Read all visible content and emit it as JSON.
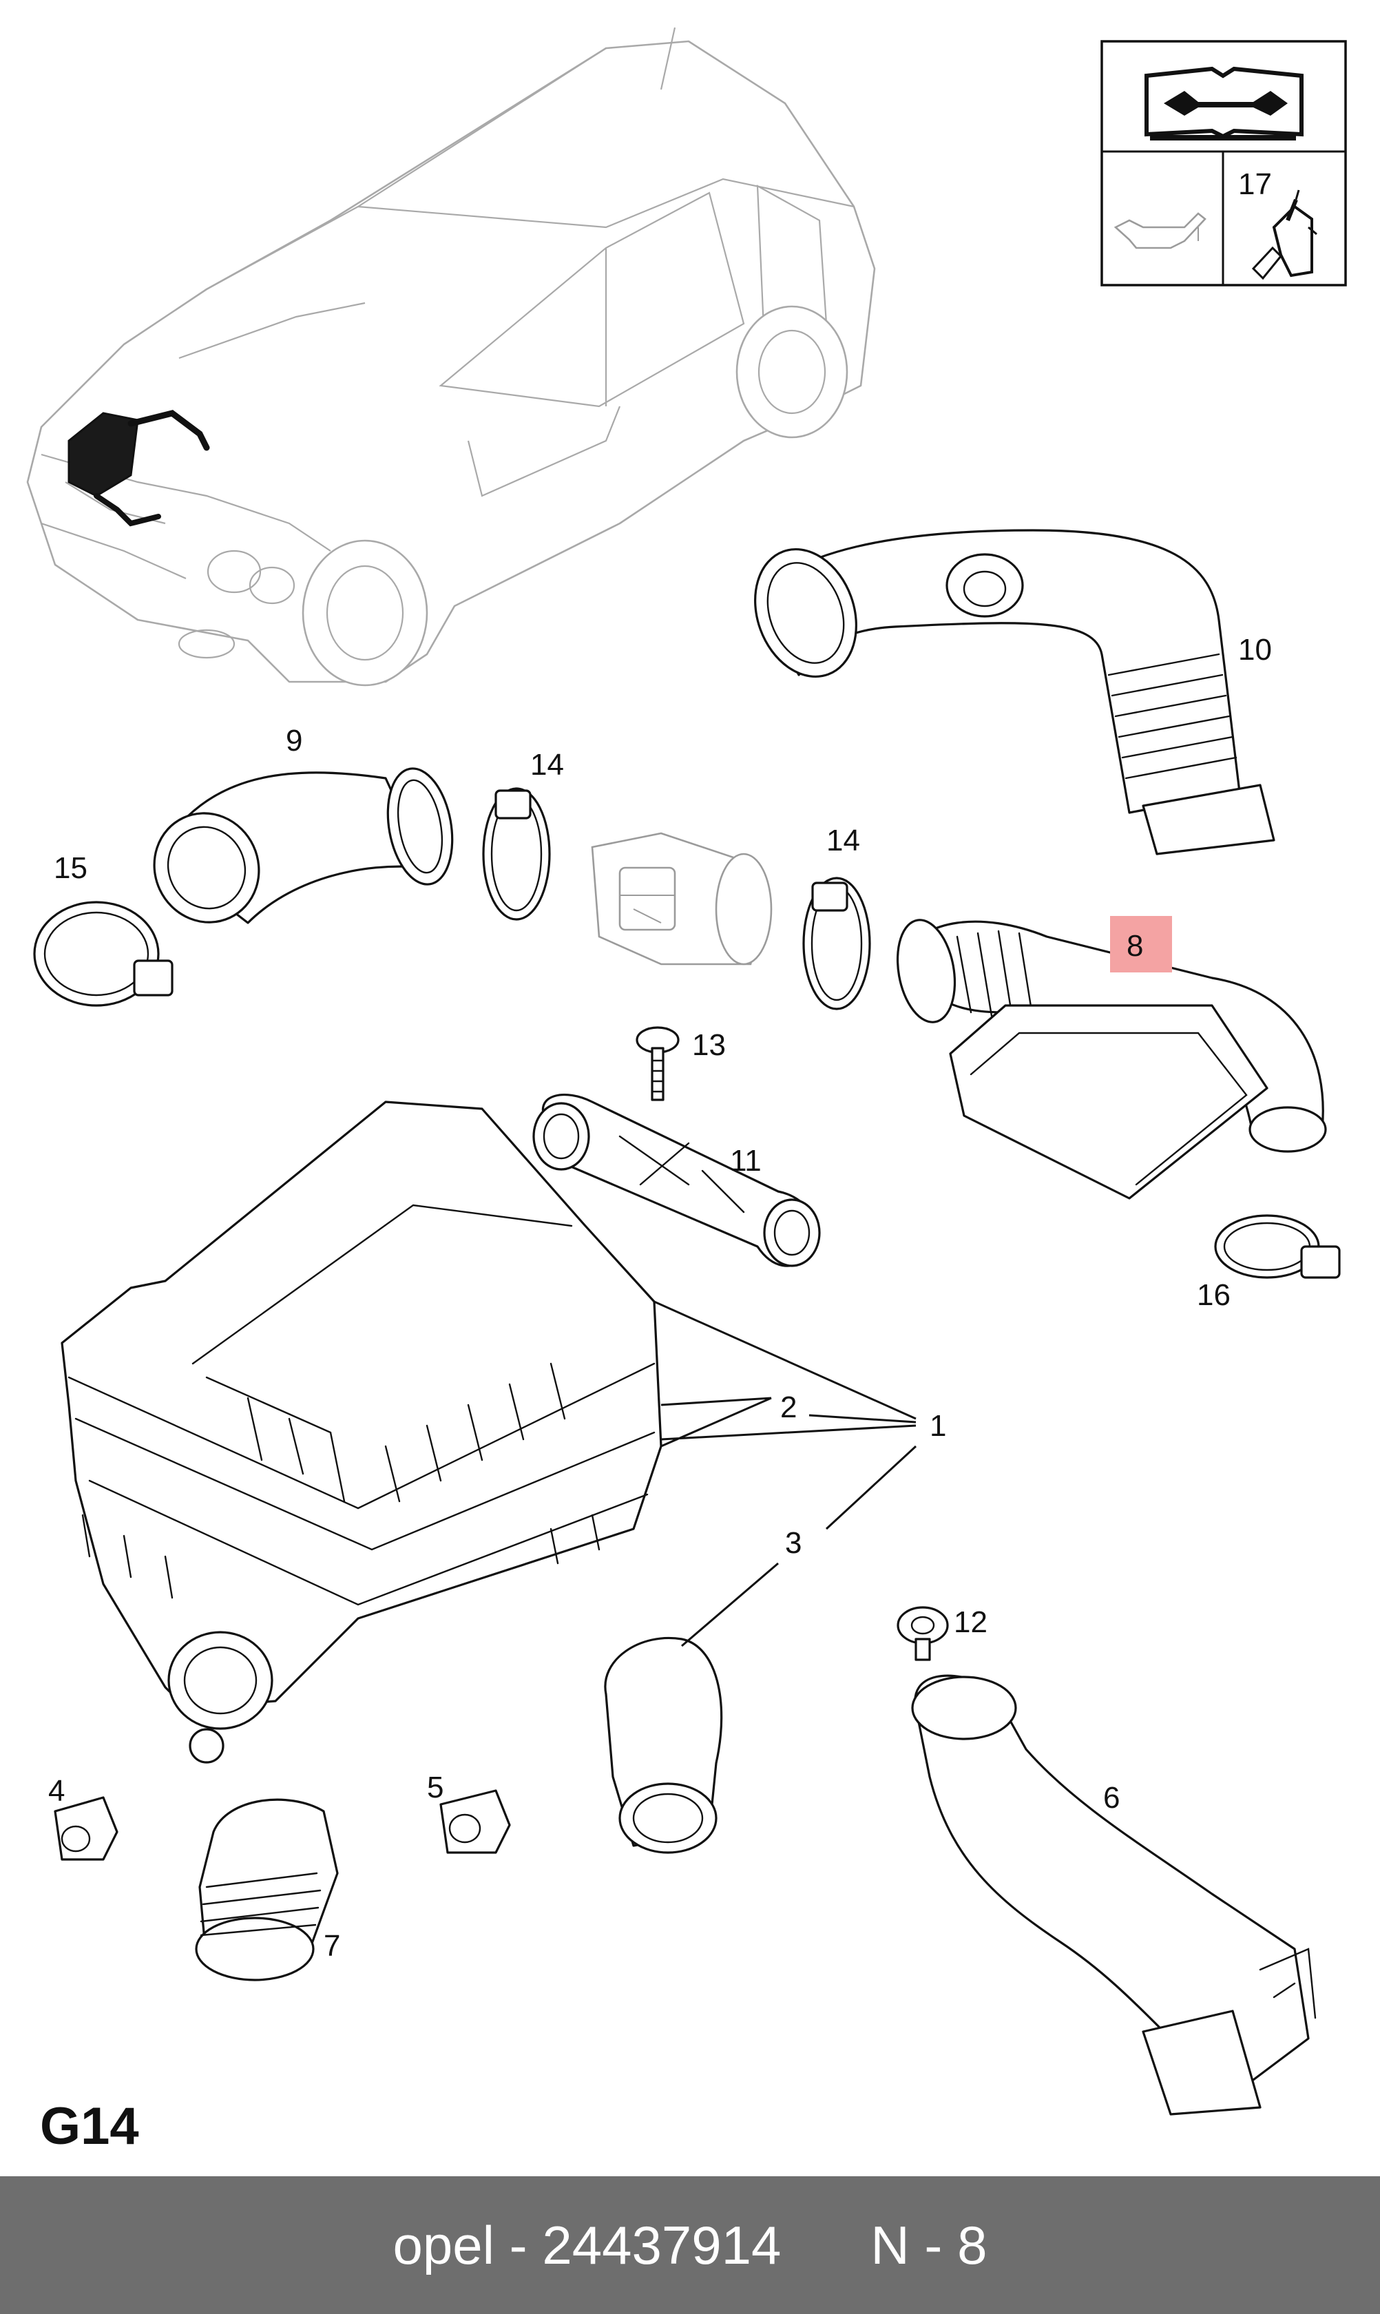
{
  "page_code": "G14",
  "footer": {
    "brand": "opel",
    "part_number": "24437914",
    "reference": "N - 8"
  },
  "highlight_color": "#f4a3a3",
  "footer_color": "#6e6e6e",
  "legend": {
    "manual_icon": "service-manual-icon",
    "oil_icon": "oil-can-icon",
    "adhesive_label": "17",
    "adhesive_icon": "adhesive-bottle-icon"
  },
  "callouts": {
    "c1": "1",
    "c2": "2",
    "c3": "3",
    "c4": "4",
    "c5": "5",
    "c6": "6",
    "c7": "7",
    "c8": "8",
    "c9": "9",
    "c10": "10",
    "c11": "11",
    "c12": "12",
    "c13": "13",
    "c14a": "14",
    "c14b": "14",
    "c15": "15",
    "c16": "16"
  }
}
